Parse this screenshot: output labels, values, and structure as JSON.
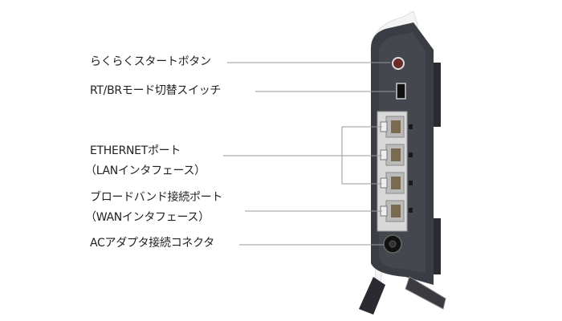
{
  "labels": {
    "easy_start_button": "らくらくスタートボタン",
    "mode_switch": "RT/BRモード切替スイッチ",
    "ethernet_port_line1": "ETHERNETポート",
    "ethernet_port_line2": "（LANインタフェース）",
    "broadband_port_line1": "ブロードバンド接続ポート",
    "broadband_port_line2": "（WANインタフェース）",
    "ac_adapter": "ACアダプタ接続コネクタ"
  },
  "colors": {
    "body": "#3b3d44",
    "shell": "#ffffff",
    "port_panel": "#d6d6d6",
    "leader": "#999999",
    "button": "#6a2a2a"
  }
}
